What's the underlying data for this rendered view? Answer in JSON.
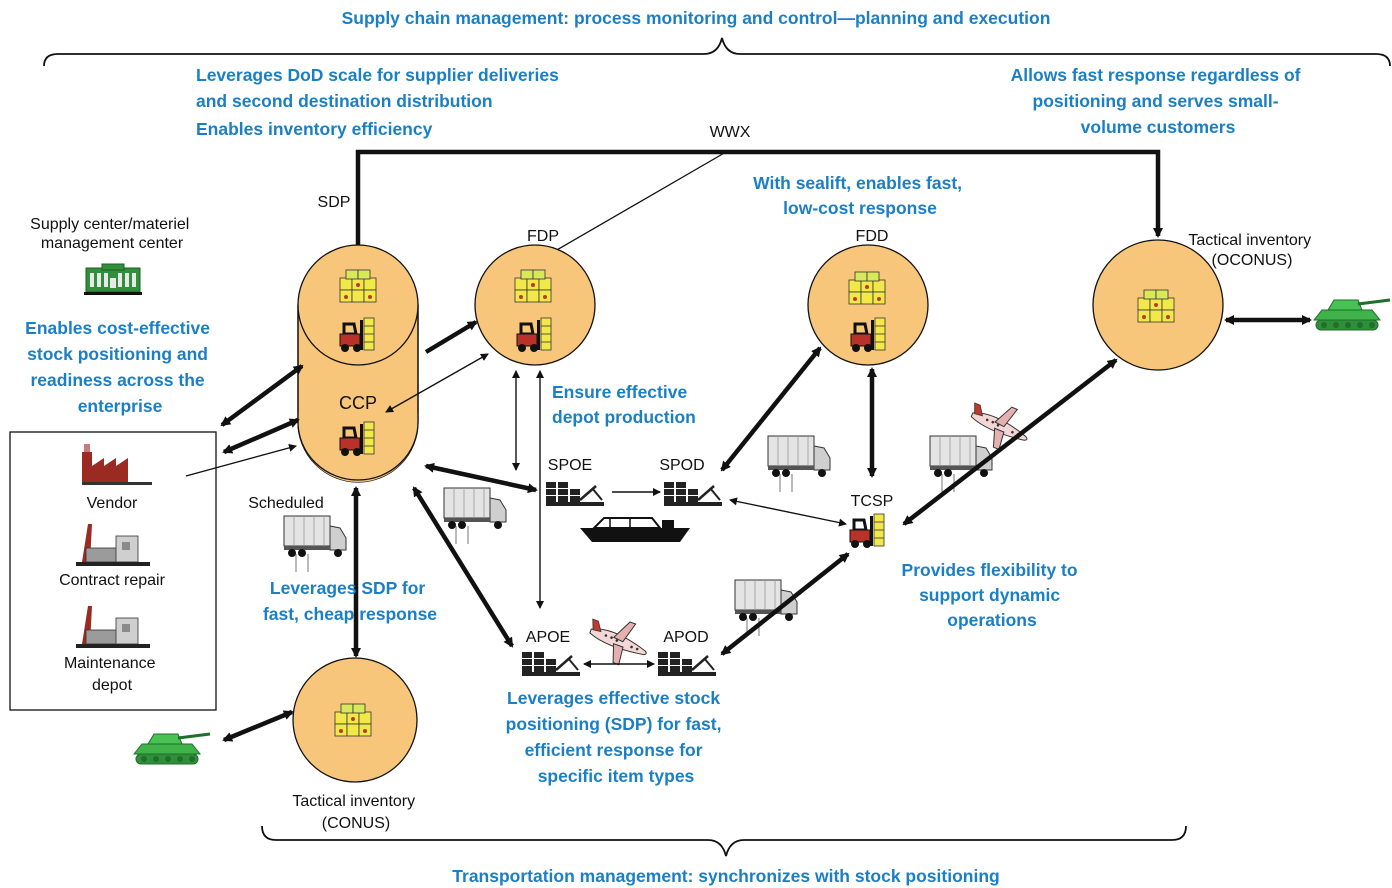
{
  "top_banner": "Supply chain management: process monitoring and control—planning and execution",
  "bottom_banner": "Transportation management: synchronizes with stock positioning",
  "notes": {
    "dod_scale": [
      "Leverages DoD scale for supplier deliveries",
      "and second destination distribution",
      "Enables inventory efficiency"
    ],
    "fast_response": [
      "Allows fast response regardless of",
      "positioning and serves small-",
      "volume customers"
    ],
    "sealift": [
      "With sealift, enables fast,",
      "low-cost response"
    ],
    "cost_effective": [
      "Enables cost-effective",
      "stock positioning and",
      "readiness across the",
      "enterprise"
    ],
    "depot_production": [
      "Ensure effective",
      "depot production"
    ],
    "sdp_fast": [
      "Leverages SDP for",
      "fast, cheap response"
    ],
    "flexibility": [
      "Provides flexibility to",
      "support dynamic",
      "operations"
    ],
    "stock_positioning": [
      "Leverages effective stock",
      "positioning (SDP) for fast,",
      "efficient response for",
      "specific item types"
    ]
  },
  "labels": {
    "wwx": "WWX",
    "sdp": "SDP",
    "fdp": "FDP",
    "fdd": "FDD",
    "ccp": "CCP",
    "spoe": "SPOE",
    "spod": "SPOD",
    "apoe": "APOE",
    "apod": "APOD",
    "tcsp": "TCSP",
    "scheduled": "Scheduled",
    "supply_center": [
      "Supply center/materiel",
      "management center"
    ],
    "tactical_oconus": [
      "Tactical inventory",
      "(OCONUS)"
    ],
    "tactical_conus": [
      "Tactical inventory",
      "(CONUS)"
    ],
    "vendor": "Vendor",
    "contract_repair": "Contract repair",
    "maintenance_depot": [
      "Maintenance",
      "depot"
    ]
  },
  "colors": {
    "note_text": "#1b7fc4",
    "node_fill": "#f8c67a",
    "tank": "#3fb24a",
    "building": "#2f8f3a",
    "factory": "#9b2b22"
  },
  "icons": [
    "crates-icon",
    "forklift-icon",
    "truck-icon",
    "aircraft-icon",
    "ship-icon",
    "tank-icon",
    "dock-icon",
    "factory-icon",
    "building-icon"
  ]
}
